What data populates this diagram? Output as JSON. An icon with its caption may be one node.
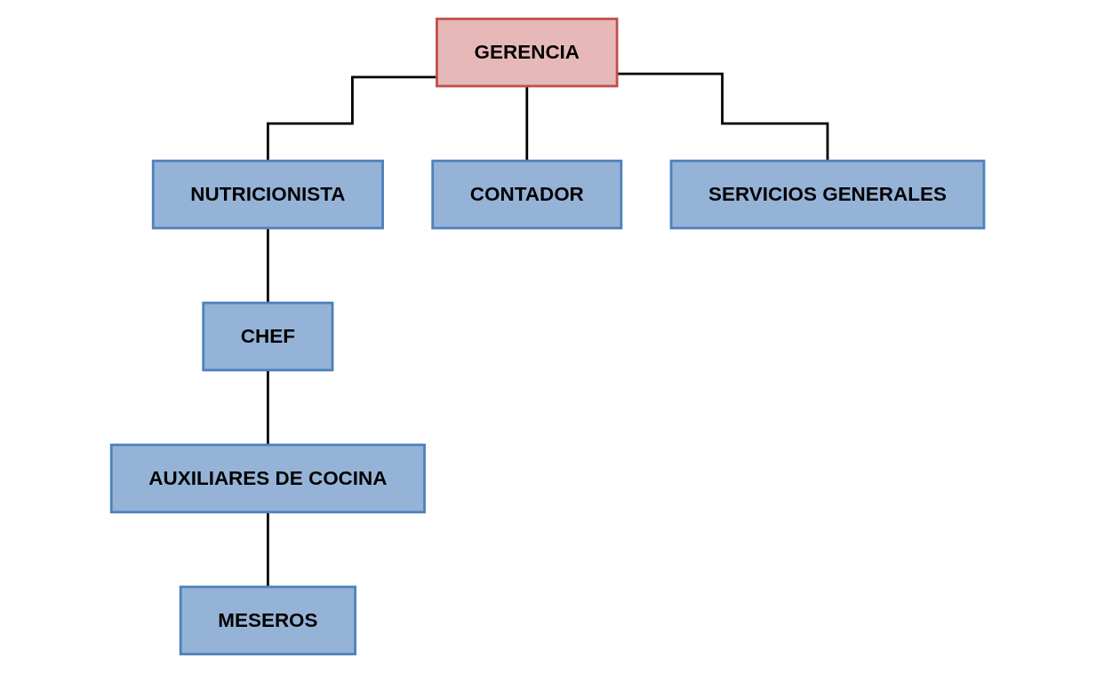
{
  "diagram": {
    "nodes": [
      {
        "text": [
          "GERENCIA"
        ]
      },
      {
        "text": [
          "NUTRICIONISTA"
        ]
      },
      {
        "text": [
          "CONTADOR"
        ]
      },
      {
        "text": [
          "CHEF"
        ]
      },
      {
        "text": [
          "SERVICIOS GENERALES"
        ]
      },
      {
        "text": [
          "AUXILIARES DE COCINA"
        ]
      },
      {
        "text": [
          "MESEROS"
        ]
      }
    ],
    "edges": [
      {
        "from": 0,
        "to": 1,
        "arrow": "none"
      },
      {
        "from": 0,
        "to": 2,
        "arrow": "none"
      },
      {
        "from": 0,
        "to": 4,
        "arrow": "none"
      },
      {
        "from": 1,
        "to": 3,
        "arrow": "none"
      },
      {
        "from": 3,
        "to": 5,
        "arrow": "none"
      },
      {
        "from": 5,
        "to": 6,
        "arrow": "none"
      }
    ]
  }
}
